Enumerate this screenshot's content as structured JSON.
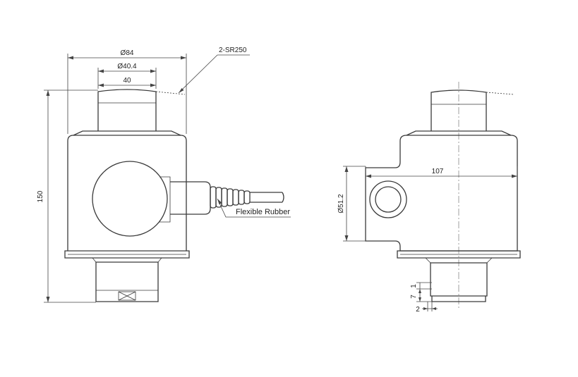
{
  "dimensions": {
    "outer_diameter": "Ø84",
    "head_diameter": "Ø40.4",
    "head_width": "40",
    "sphere_radius": "2-SR250",
    "height": "150",
    "side_width": "107",
    "hole_diameter": "Ø51.2",
    "bottom_height": "7",
    "bottom_step": "1",
    "bottom_offset": "2"
  },
  "labels": {
    "cable": "Flexible Rubber"
  }
}
